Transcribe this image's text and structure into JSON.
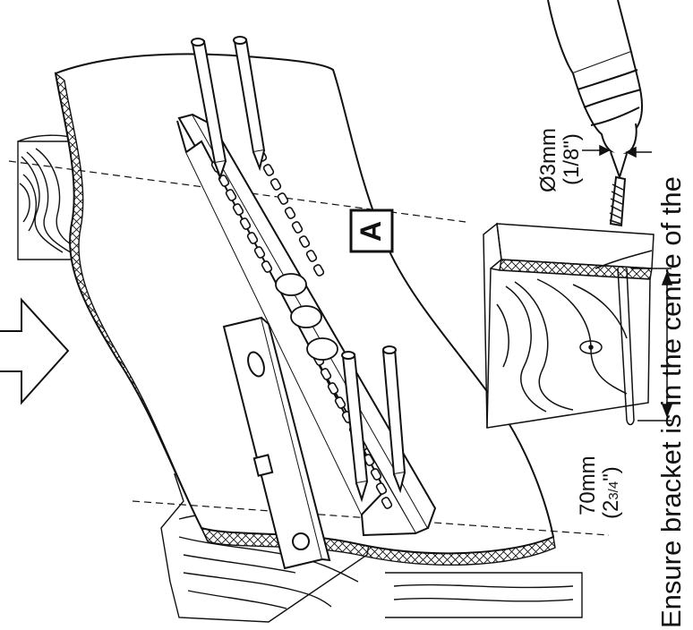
{
  "marker": {
    "label": "A"
  },
  "drill_size": {
    "metric": "Ø3mm",
    "imperial": "(1/8\")"
  },
  "depth": {
    "metric": "70mm",
    "imperial_whole": "(2",
    "imperial_fraction": "3/4",
    "imperial_close": "\")"
  },
  "caption": "Ensure bracket is in the centre of the",
  "colors": {
    "line": "#111111",
    "background": "#ffffff"
  },
  "icons": [
    "right-arrow-icon",
    "drill-icon",
    "spirit-level-icon",
    "nail-icon"
  ]
}
